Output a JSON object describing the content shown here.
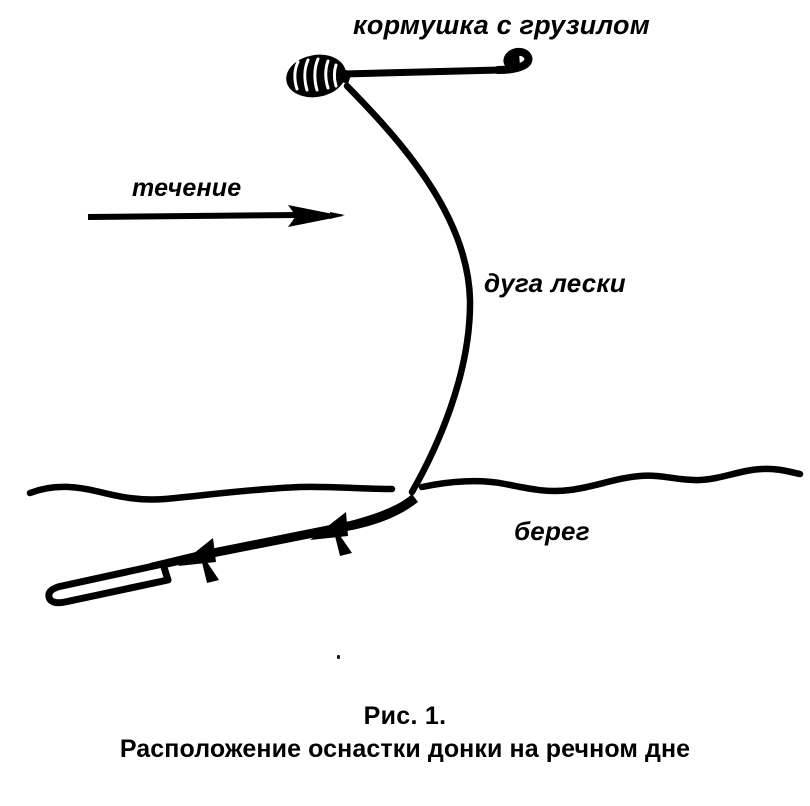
{
  "figure": {
    "background_color": "#ffffff",
    "ink_color": "#000000",
    "labels": {
      "feeder_with_sinker": "кормушка с грузилом",
      "current": "течение",
      "line_arc": "дуга лески",
      "shore": "берег"
    },
    "caption": {
      "figure_number": "Рис. 1.",
      "title": "Расположение оснастки донки на речном дне"
    },
    "elements": {
      "feeder_name": "feeder-coil",
      "hook_name": "fishing-hook",
      "current_arrow_name": "current-arrow",
      "line_arc_name": "line-arc",
      "bottom_profile_name": "river-bottom-line",
      "rod_name": "fishing-rod",
      "rig_arrow_1_name": "rig-direction-arrow",
      "rig_arrow_2_name": "rig-direction-arrow"
    }
  }
}
